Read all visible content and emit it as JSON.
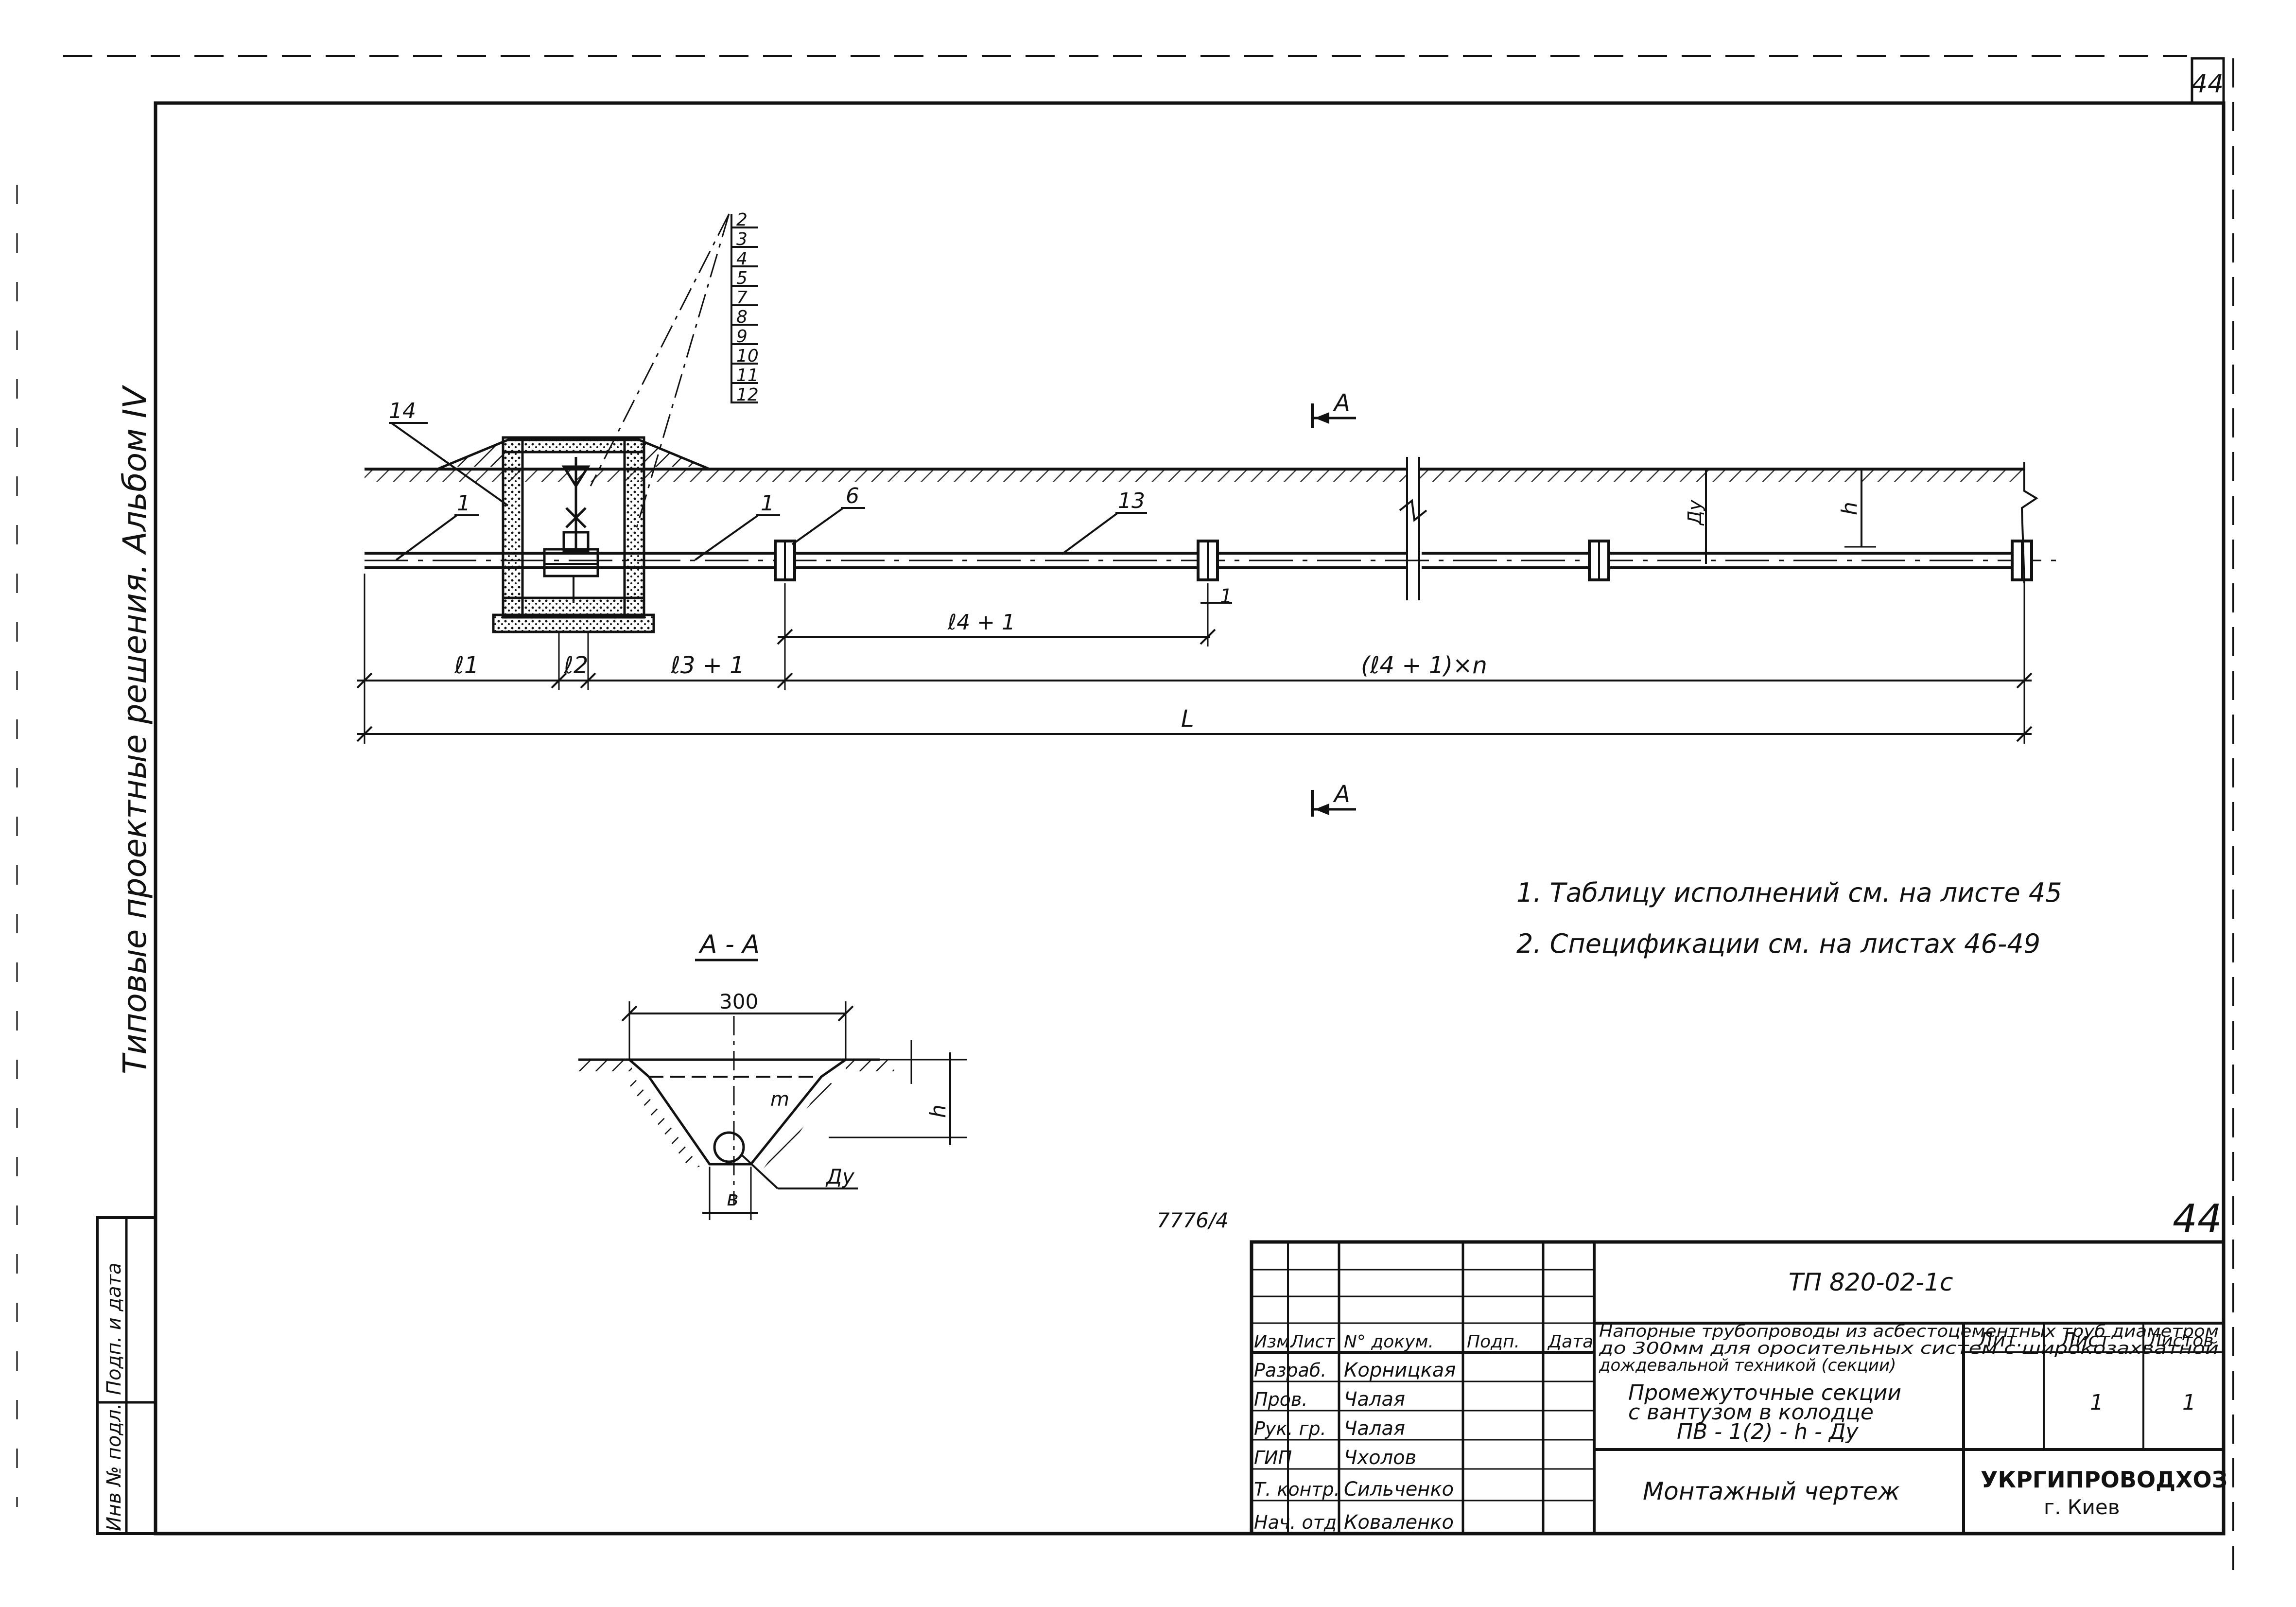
{
  "sheet": {
    "page_number": "44",
    "page_number_2": "44",
    "album_note": "Типовые проектные решения. Альбом IV",
    "side_stamp": {
      "inv": "Инв № подл.",
      "sign": "Подп. и дата"
    },
    "archive_no": "7776/4"
  },
  "drawing": {
    "callouts": [
      "2",
      "3",
      "4",
      "5",
      "7",
      "8",
      "9",
      "10",
      "11",
      "12"
    ],
    "pos_14": "14",
    "pos_1a": "1",
    "pos_1b": "1",
    "pos_6": "6",
    "pos_13": "13",
    "section_mark_top": "А",
    "section_mark_bottom": "А",
    "label_du": "Ду",
    "label_h": "h",
    "dim_l4_1": "ℓ4 + 1",
    "dim_gap_1": "1",
    "dim_l1": "ℓ1",
    "dim_l2": "ℓ2",
    "dim_l3_1": "ℓ3 + 1",
    "dim_ln": "(ℓ4 + 1)×n",
    "dim_L": "L"
  },
  "section": {
    "title": "А - А",
    "width_300": "300",
    "label_h": "h",
    "label_m": "m",
    "label_du": "Ду",
    "label_b": "в"
  },
  "notes": [
    "1. Таблицу исполнений см. на листе 45",
    "2. Спецификации см. на листах 46-49"
  ],
  "title_block": {
    "code": "ТП 820-02-1с",
    "project_line1": "Напорные трубопроводы из асбестоцементных труб диаметром",
    "project_line2": "до 300мм для оросительных систем с широкозахватной",
    "project_line3": "дождевальной техникой (секции)",
    "header": {
      "izm": "Изм.",
      "list": "Лист",
      "doc": "N° докум.",
      "sign": "Подп.",
      "date": "Дата"
    },
    "rows": [
      {
        "role": "Разраб.",
        "name": "Корницкая"
      },
      {
        "role": "Пров.",
        "name": "Чалая"
      },
      {
        "role": "Рук. гр.",
        "name": "Чалая"
      },
      {
        "role": "ГИП",
        "name": "Чхолов"
      },
      {
        "role": "Т. контр.",
        "name": "Сильченко"
      },
      {
        "role": "Нач. отд.",
        "name": "Коваленко"
      }
    ],
    "name_line1": "Промежуточные секции",
    "name_line2": "с вантузом в колодце",
    "name_line3": "ПВ - 1(2) - h - Ду",
    "lit_label": "Лит.",
    "sheet_label": "Лист",
    "sheets_label": "Листов",
    "sheet_value": "1",
    "sheets_value": "1",
    "drawing_name": "Монтажный чертеж",
    "org_name": "УКРГИПРОВОДХОЗ",
    "org_city": "г. Киев"
  }
}
